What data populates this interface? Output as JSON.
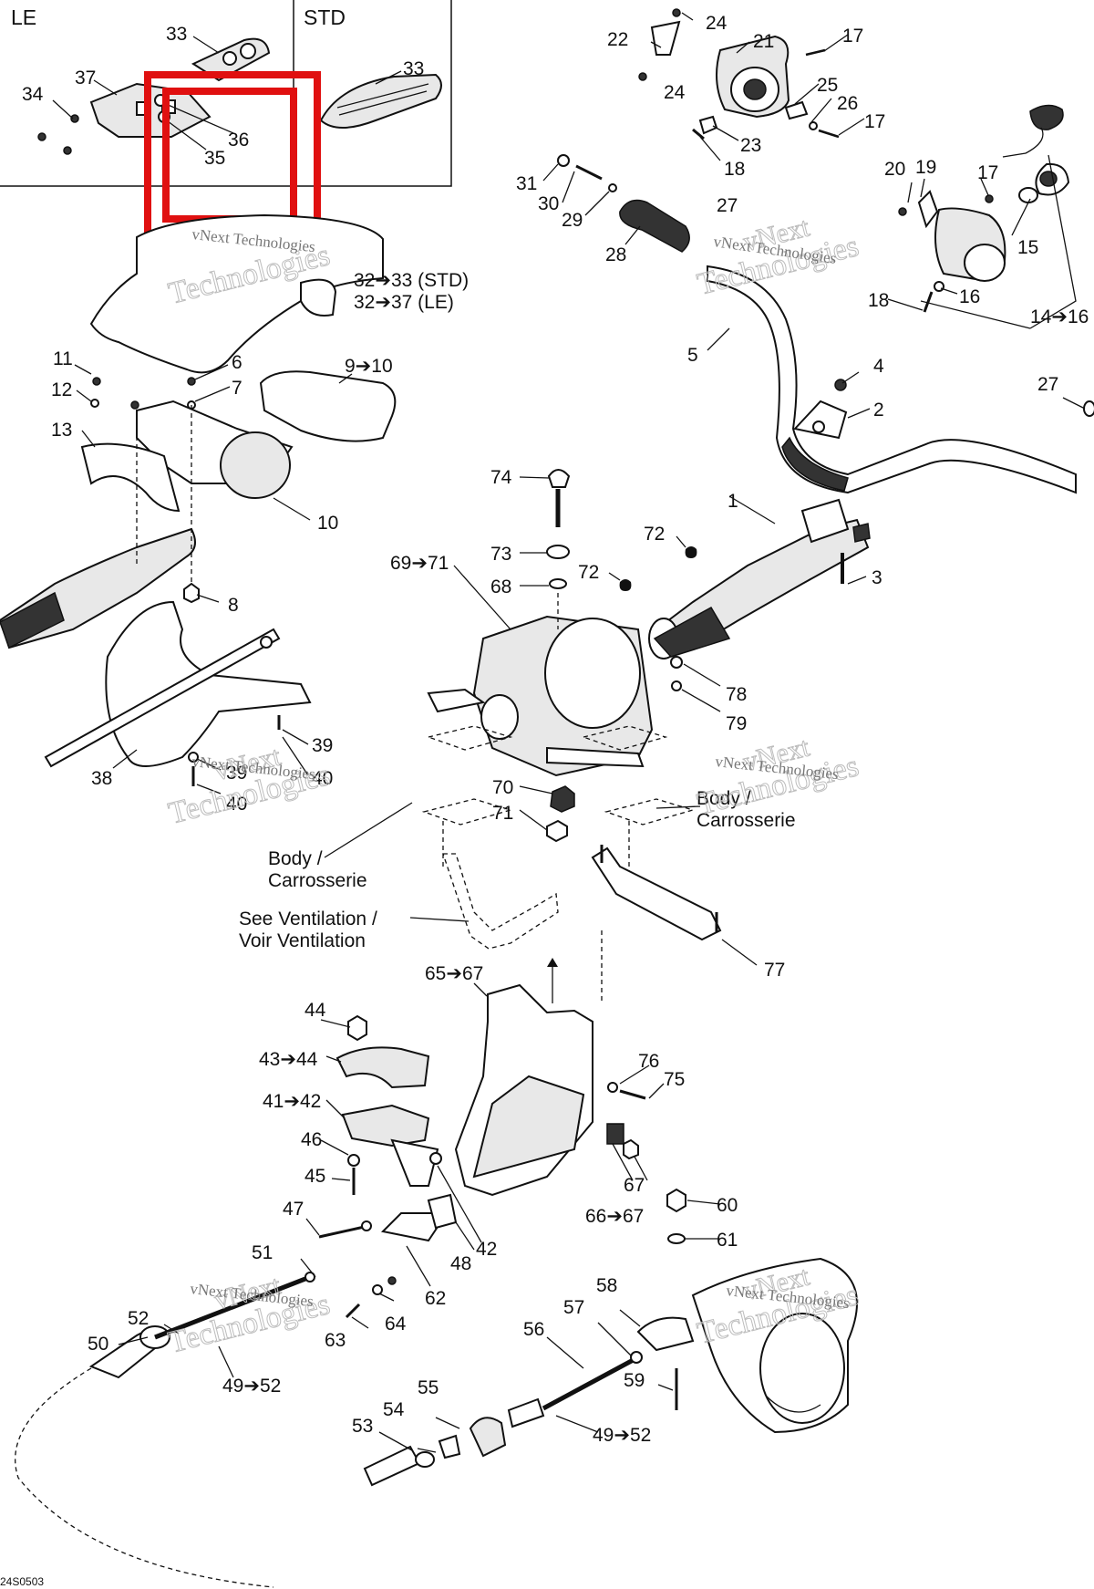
{
  "inset": {
    "left_label": "LE",
    "right_label": "STD"
  },
  "callouts": [
    {
      "id": "c33a",
      "text": "33"
    },
    {
      "id": "c33b",
      "text": "33"
    },
    {
      "id": "c37",
      "text": "37"
    },
    {
      "id": "c34",
      "text": "34"
    },
    {
      "id": "c36",
      "text": "36"
    },
    {
      "id": "c35",
      "text": "35"
    },
    {
      "id": "c32a",
      "text": "32➔33 (STD)"
    },
    {
      "id": "c32b",
      "text": "32➔37 (LE)"
    },
    {
      "id": "c24a",
      "text": "24"
    },
    {
      "id": "c22",
      "text": "22"
    },
    {
      "id": "c21",
      "text": "21"
    },
    {
      "id": "c17a",
      "text": "17"
    },
    {
      "id": "c24b",
      "text": "24"
    },
    {
      "id": "c25",
      "text": "25"
    },
    {
      "id": "c26",
      "text": "26"
    },
    {
      "id": "c17b",
      "text": "17"
    },
    {
      "id": "c23",
      "text": "23"
    },
    {
      "id": "c18a",
      "text": "18"
    },
    {
      "id": "c31",
      "text": "31"
    },
    {
      "id": "c30",
      "text": "30"
    },
    {
      "id": "c29",
      "text": "29"
    },
    {
      "id": "c28",
      "text": "28"
    },
    {
      "id": "c27a",
      "text": "27"
    },
    {
      "id": "c20",
      "text": "20"
    },
    {
      "id": "c19",
      "text": "19"
    },
    {
      "id": "c17c",
      "text": "17"
    },
    {
      "id": "c15",
      "text": "15"
    },
    {
      "id": "c18b",
      "text": "18"
    },
    {
      "id": "c16",
      "text": "16"
    },
    {
      "id": "c14",
      "text": "14➔16"
    },
    {
      "id": "c5",
      "text": "5"
    },
    {
      "id": "c4",
      "text": "4"
    },
    {
      "id": "c2",
      "text": "2"
    },
    {
      "id": "c27b",
      "text": "27"
    },
    {
      "id": "c11",
      "text": "11"
    },
    {
      "id": "c6",
      "text": "6"
    },
    {
      "id": "c12",
      "text": "12"
    },
    {
      "id": "c7",
      "text": "7"
    },
    {
      "id": "c9",
      "text": "9➔10"
    },
    {
      "id": "c13",
      "text": "13"
    },
    {
      "id": "c10",
      "text": "10"
    },
    {
      "id": "c8",
      "text": "8"
    },
    {
      "id": "c74",
      "text": "74"
    },
    {
      "id": "c1",
      "text": "1"
    },
    {
      "id": "c72a",
      "text": "72"
    },
    {
      "id": "c73",
      "text": "73"
    },
    {
      "id": "c69",
      "text": "69➔71"
    },
    {
      "id": "c72b",
      "text": "72"
    },
    {
      "id": "c68",
      "text": "68"
    },
    {
      "id": "c3",
      "text": "3"
    },
    {
      "id": "c78",
      "text": "78"
    },
    {
      "id": "c79",
      "text": "79"
    },
    {
      "id": "c39a",
      "text": "39"
    },
    {
      "id": "c38",
      "text": "38"
    },
    {
      "id": "c39b",
      "text": "39"
    },
    {
      "id": "c40a",
      "text": "40"
    },
    {
      "id": "c40b",
      "text": "40"
    },
    {
      "id": "c70",
      "text": "70"
    },
    {
      "id": "c71",
      "text": "71"
    },
    {
      "id": "c77",
      "text": "77"
    },
    {
      "id": "c65",
      "text": "65➔67"
    },
    {
      "id": "c44a",
      "text": "44"
    },
    {
      "id": "c43",
      "text": "43➔44"
    },
    {
      "id": "c76",
      "text": "76"
    },
    {
      "id": "c75",
      "text": "75"
    },
    {
      "id": "c41",
      "text": "41➔42"
    },
    {
      "id": "c46",
      "text": "46"
    },
    {
      "id": "c67",
      "text": "67"
    },
    {
      "id": "c45",
      "text": "45"
    },
    {
      "id": "c66",
      "text": "66➔67"
    },
    {
      "id": "c60",
      "text": "60"
    },
    {
      "id": "c47",
      "text": "47"
    },
    {
      "id": "c42",
      "text": "42"
    },
    {
      "id": "c61",
      "text": "61"
    },
    {
      "id": "c48",
      "text": "48"
    },
    {
      "id": "c51",
      "text": "51"
    },
    {
      "id": "c62",
      "text": "62"
    },
    {
      "id": "c58",
      "text": "58"
    },
    {
      "id": "c57",
      "text": "57"
    },
    {
      "id": "c64",
      "text": "64"
    },
    {
      "id": "c52a",
      "text": "52"
    },
    {
      "id": "c63",
      "text": "63"
    },
    {
      "id": "c56",
      "text": "56"
    },
    {
      "id": "c50",
      "text": "50"
    },
    {
      "id": "c49a",
      "text": "49➔52"
    },
    {
      "id": "c59",
      "text": "59"
    },
    {
      "id": "c55",
      "text": "55"
    },
    {
      "id": "c54",
      "text": "54"
    },
    {
      "id": "c53",
      "text": "53"
    },
    {
      "id": "c49b",
      "text": "49➔52"
    }
  ],
  "notes": {
    "body_left_1": "Body /",
    "body_left_2": "Carrosserie",
    "body_right_1": "Body /",
    "body_right_2": "Carrosserie",
    "vent_1": "See Ventilation /",
    "vent_2": "Voir Ventilation"
  },
  "watermark": {
    "line1": "vNext",
    "line2": "Technologies",
    "inline": "vNext Technologies"
  },
  "drawing_code": "24S0503",
  "highlight_color": "#e01010"
}
